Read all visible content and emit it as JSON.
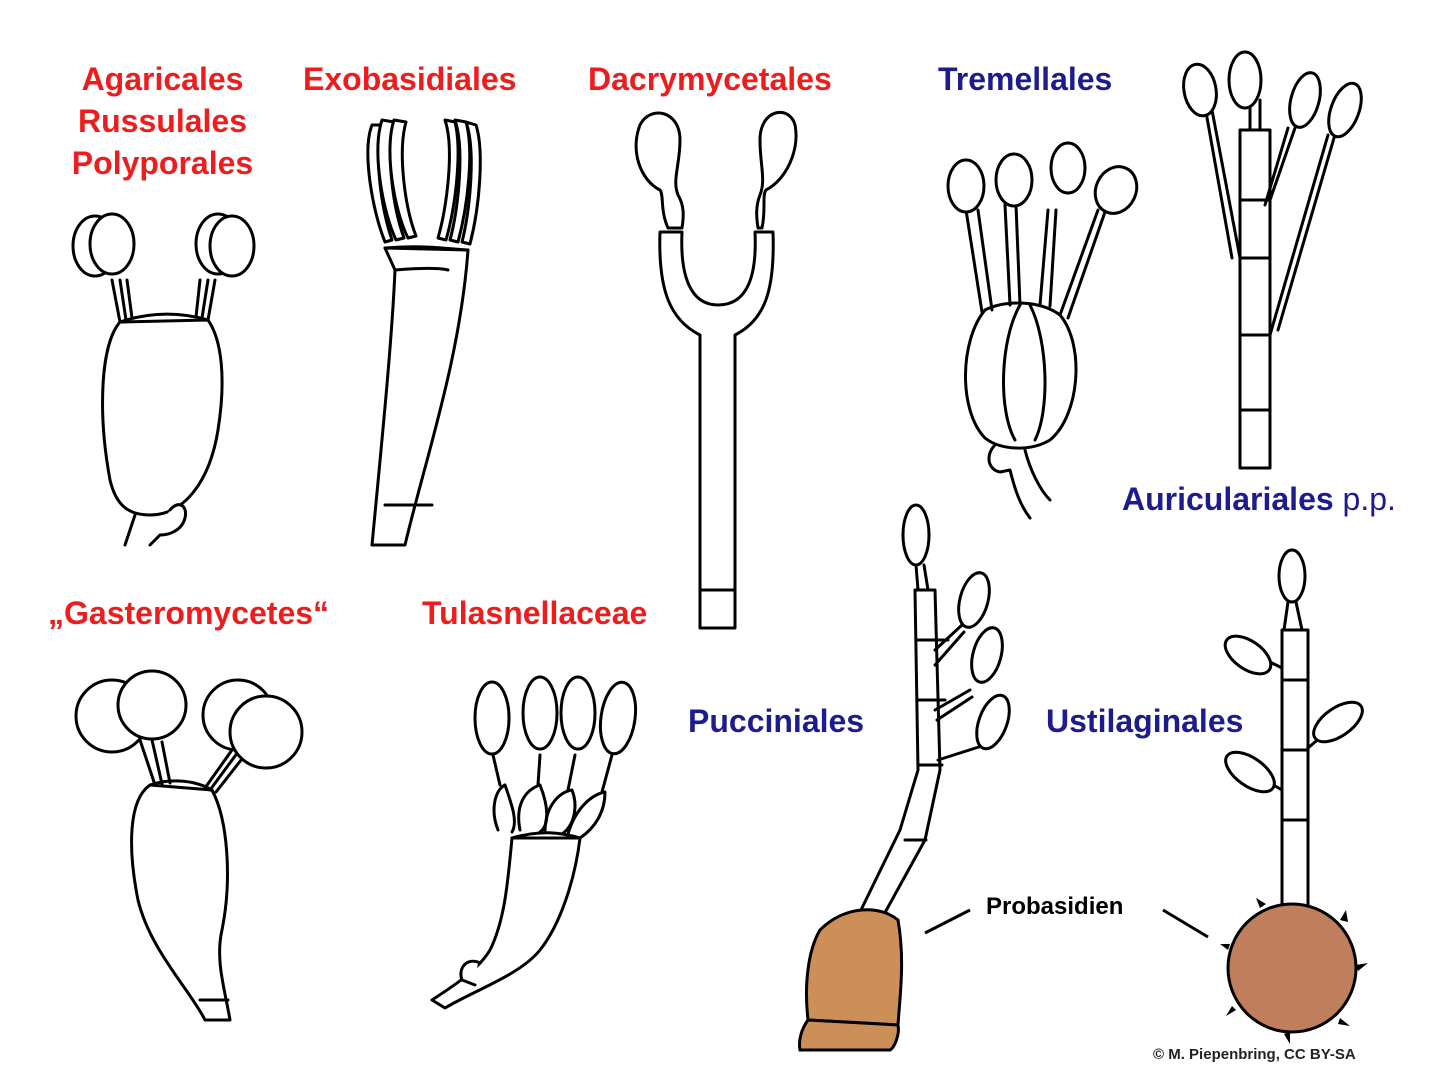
{
  "labels": {
    "agaricales": [
      "Agaricales",
      "Russulales",
      "Polyporales"
    ],
    "exobasidiales": "Exobasidiales",
    "dacrymycetales": "Dacrymycetales",
    "tremellales": "Tremellales",
    "auriculariales": "Auriculariales",
    "auriculariales_suffix": "p.p.",
    "gasteromycetes": "„Gasteromycetes“",
    "tulasnellaceae": "Tulasnellaceae",
    "pucciniales": "Pucciniales",
    "ustilaginales": "Ustilaginales",
    "probasidien": "Probasidien",
    "credit": "© M. Piepenbring, CC BY-SA"
  },
  "colors": {
    "label_red": "#ee1c1c",
    "label_blue": "#1c1c8e",
    "outline": "#000000",
    "probasidium_pucciniales": "#cd8f58",
    "probasidium_ustilaginales": "#bf7f5c"
  }
}
